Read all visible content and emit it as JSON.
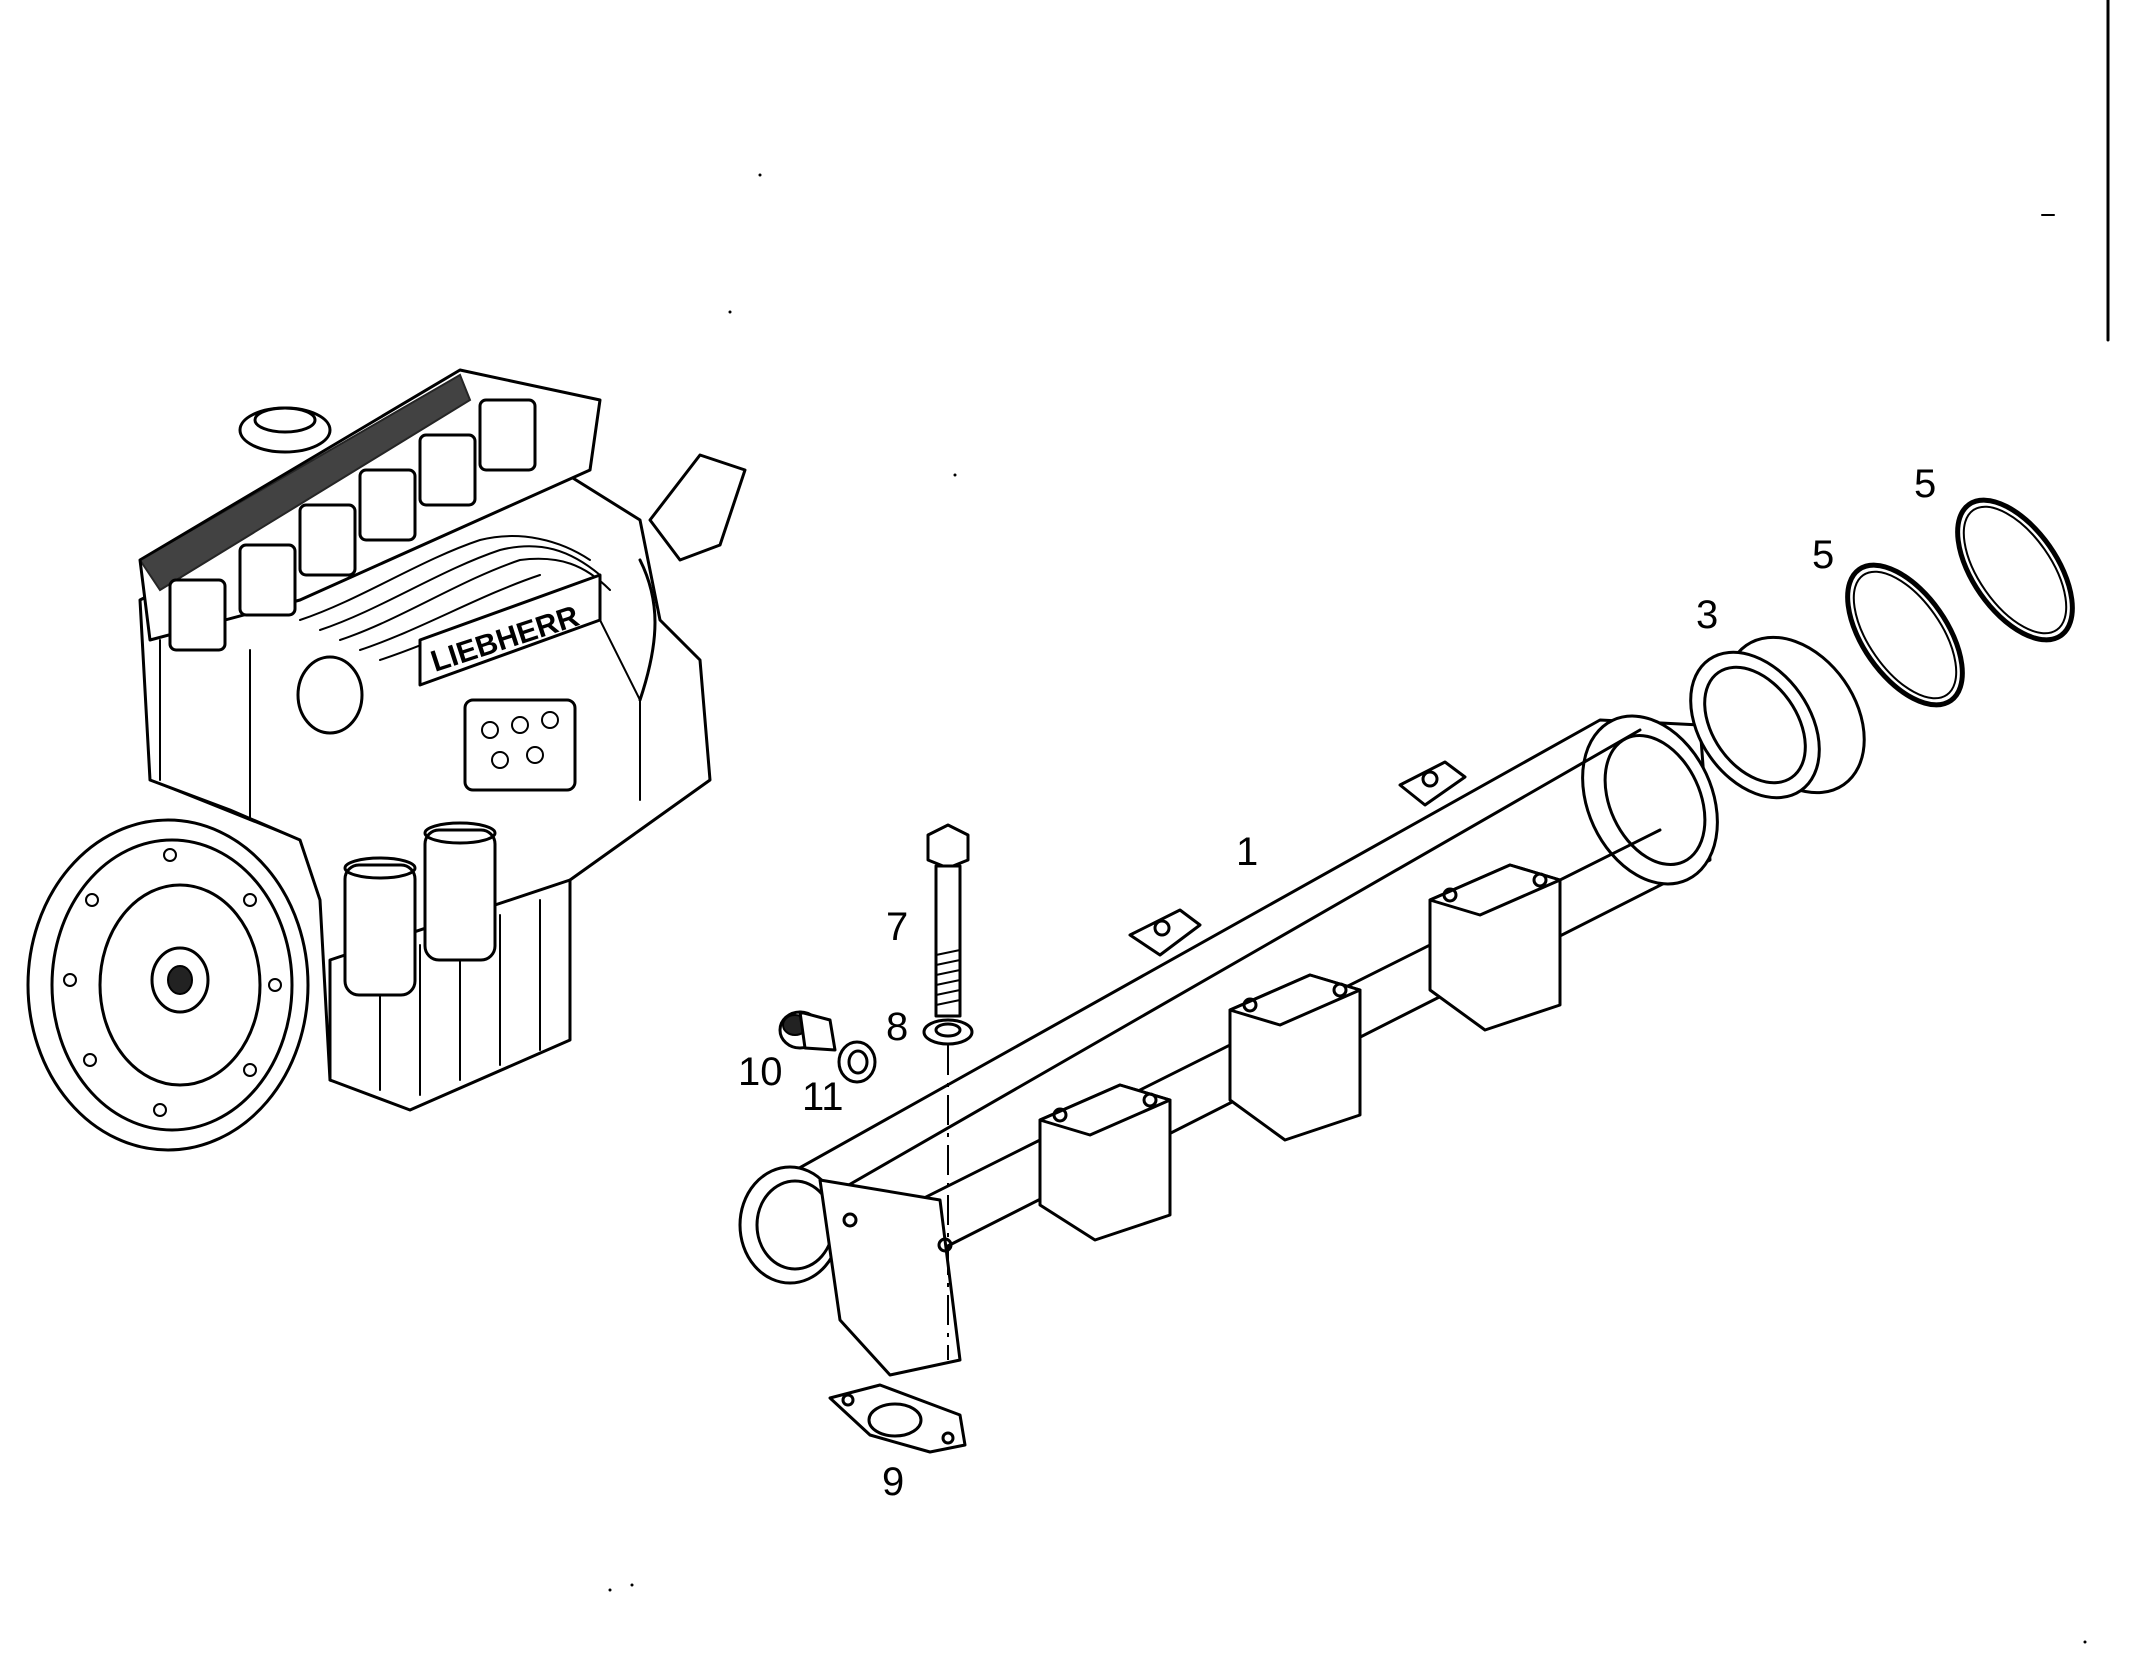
{
  "diagram": {
    "callouts": [
      {
        "id": "1",
        "label": "1"
      },
      {
        "id": "3",
        "label": "3"
      },
      {
        "id": "5a",
        "label": "5"
      },
      {
        "id": "5b",
        "label": "5"
      },
      {
        "id": "7",
        "label": "7"
      },
      {
        "id": "8",
        "label": "8"
      },
      {
        "id": "9",
        "label": "9"
      },
      {
        "id": "10",
        "label": "10"
      },
      {
        "id": "11",
        "label": "11"
      }
    ],
    "engine_badge_text": "LIEBHERR"
  }
}
